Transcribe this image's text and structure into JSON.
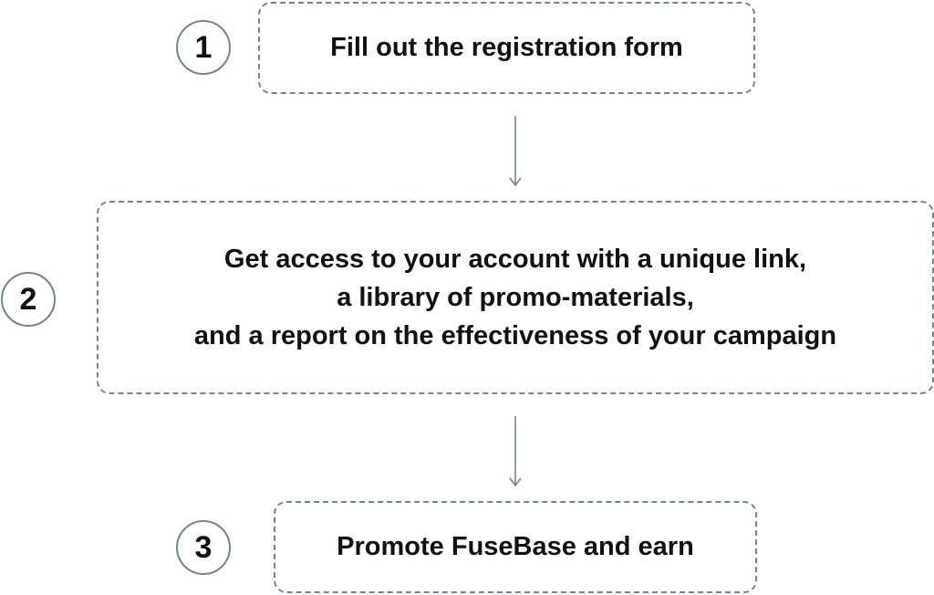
{
  "steps": [
    {
      "number": "1",
      "text": "Fill out the registration form"
    },
    {
      "number": "2",
      "text_lines": [
        "Get access to your account with a unique link,",
        "a library of promo-materials,",
        "and a report on the effectiveness of your campaign"
      ]
    },
    {
      "number": "3",
      "text": "Promote FuseBase and earn"
    }
  ],
  "colors": {
    "border": "#6f8794",
    "text": "#111111",
    "background": "#ffffff"
  }
}
